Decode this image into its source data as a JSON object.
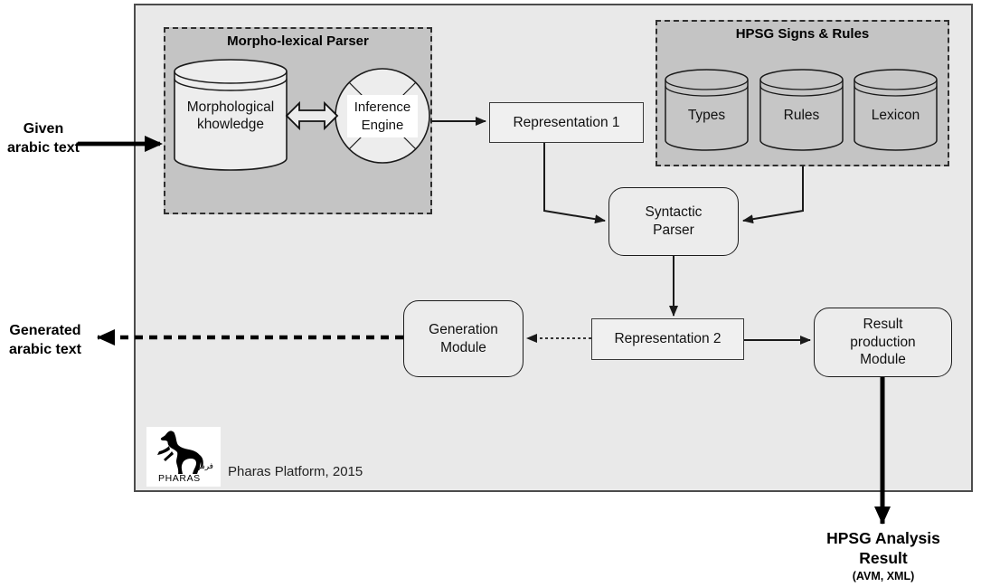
{
  "diagram": {
    "inputs": {
      "given_label": "Given\narabic text",
      "generated_label": "Generated\narabic text"
    },
    "morpho_group": {
      "title": "Morpho-lexical Parser",
      "knowledge_db": "Morphological\nkhowledge",
      "inference_engine": "Inference\nEngine"
    },
    "hpsg_group": {
      "title": "HPSG Signs & Rules",
      "databases": [
        "Types",
        "Rules",
        "Lexicon"
      ]
    },
    "nodes": {
      "representation1": "Representation 1",
      "syntactic_parser": "Syntactic\nParser",
      "representation2": "Representation 2",
      "generation_module": "Generation\nModule",
      "result_module": "Result\nproduction\nModule"
    },
    "output": {
      "result_title": "HPSG Analysis\nResult",
      "result_formats": "(AVM, XML)"
    },
    "footer": {
      "logo_text": "PHARAS",
      "logo_arabic": "فرس",
      "caption": "Pharas Platform, 2015"
    },
    "colors": {
      "panel_bg": "#e9e9e9",
      "group_bg": "#c4c4c4",
      "node_bg": "#f0f0f0",
      "cylinder_light_bg": "#ededed",
      "line": "#1a1a1a"
    }
  }
}
